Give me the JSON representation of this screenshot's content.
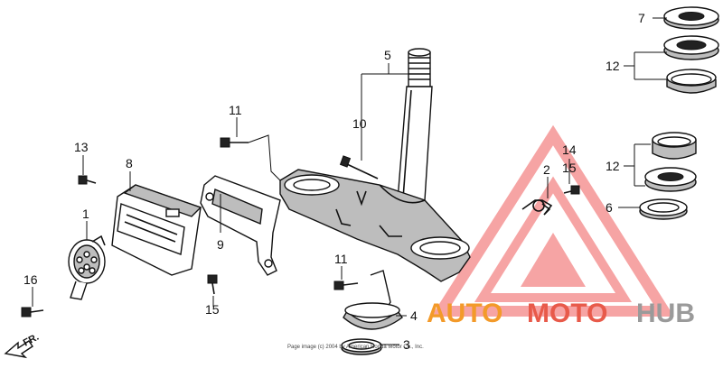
{
  "diagram": {
    "labels": {
      "n1": "1",
      "n2": "2",
      "n3": "3",
      "n4": "4",
      "n5": "5",
      "n6": "6",
      "n7": "7",
      "n8": "8",
      "n9": "9",
      "n10": "10",
      "n11a": "11",
      "n11b": "11",
      "n12a": "12",
      "n12b": "12",
      "n13": "13",
      "n14": "14",
      "n15a": "15",
      "n15b": "15",
      "n16": "16"
    },
    "direction_marker": "FR.",
    "copyright": "Page image (c) 2004 by American Honda Motor Co., Inc."
  },
  "watermark": {
    "part_a": "AUTO",
    "part_b": "MOTO",
    "part_c": "HUB",
    "colors": {
      "a": "#f39a2a",
      "b": "#e85a4a",
      "c": "#9a9a9a",
      "triangle": "#f05a5a"
    }
  }
}
